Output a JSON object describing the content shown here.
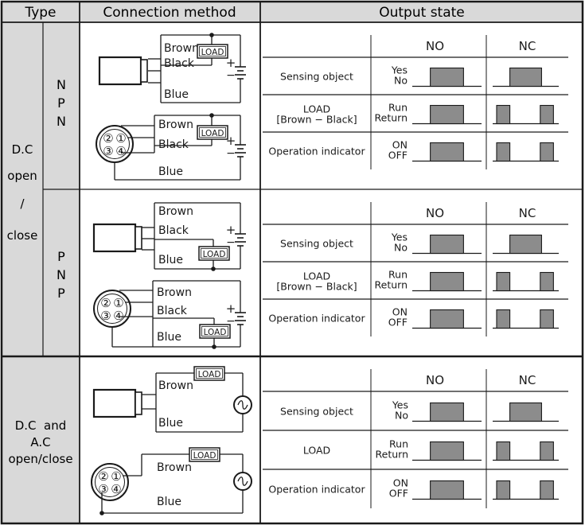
{
  "header": {
    "type": "Type",
    "connection": "Connection method",
    "output": "Output state"
  },
  "colors": {
    "header_bg": "#d9d9d9",
    "type_bg": "#d9d9d9",
    "pulse_fill": "#8c8c8c",
    "border": "#1a1a1a"
  },
  "types": {
    "dc_line1": "D.C",
    "dc_line2": "open",
    "dc_line3": "/",
    "dc_line4": "close",
    "npn": [
      "N",
      "P",
      "N"
    ],
    "pnp": [
      "P",
      "N",
      "P"
    ],
    "dcac_line1": "D.C  and",
    "dcac_line2": "A.C",
    "dcac_line3": "open/close"
  },
  "wires": {
    "brown": "Brown",
    "black": "Black",
    "blue": "Blue",
    "load": "LOAD",
    "plus": "+",
    "minus": "−",
    "pins": [
      "②",
      "①",
      "③",
      "④"
    ]
  },
  "output": {
    "no": "NO",
    "nc": "NC",
    "dc_rows": [
      {
        "label": "Sensing object",
        "label2": "",
        "state1": "Yes",
        "state2": "No",
        "no_wave": "mid",
        "nc_wave": "mid"
      },
      {
        "label": "LOAD",
        "label2": "[Brown − Black]",
        "state1": "Run",
        "state2": "Return",
        "no_wave": "mid",
        "nc_wave": "ends"
      },
      {
        "label": "Operation indicator",
        "label2": "",
        "state1": "ON",
        "state2": "OFF",
        "no_wave": "mid",
        "nc_wave": "ends"
      }
    ],
    "ac_rows": [
      {
        "label": "Sensing object",
        "label2": "",
        "state1": "Yes",
        "state2": "No",
        "no_wave": "mid",
        "nc_wave": "mid"
      },
      {
        "label": "LOAD",
        "label2": "",
        "state1": "Run",
        "state2": "Return",
        "no_wave": "mid",
        "nc_wave": "ends"
      },
      {
        "label": "Operation indicator",
        "label2": "",
        "state1": "ON",
        "state2": "OFF",
        "no_wave": "mid",
        "nc_wave": "ends"
      }
    ]
  }
}
